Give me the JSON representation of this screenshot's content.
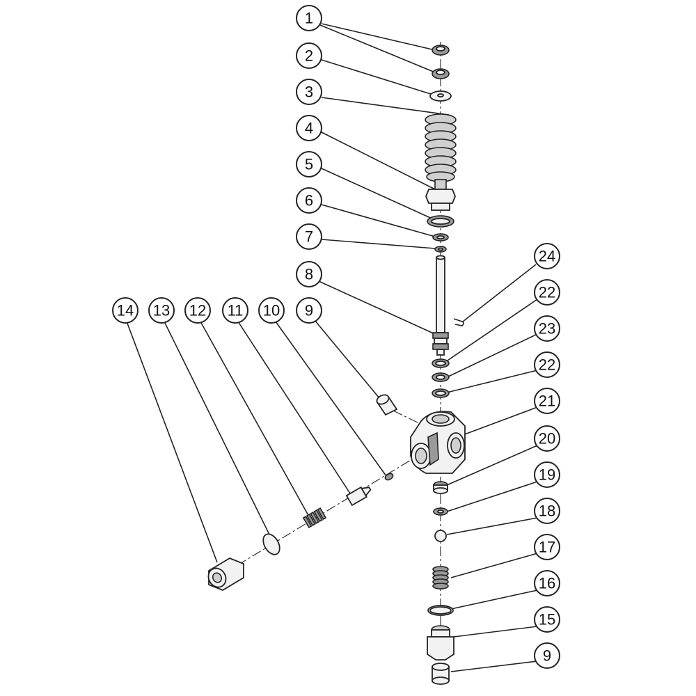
{
  "callouts": {
    "c1": "1",
    "c2": "2",
    "c3": "3",
    "c4": "4",
    "c5": "5",
    "c6": "6",
    "c7": "7",
    "c8": "8",
    "c9a": "9",
    "c10": "10",
    "c11": "11",
    "c12": "12",
    "c13": "13",
    "c14": "14",
    "c15": "15",
    "c16": "16",
    "c17": "17",
    "c18": "18",
    "c19": "19",
    "c20": "20",
    "c21": "21",
    "c22a": "22",
    "c23": "23",
    "c22b": "22",
    "c24": "24",
    "c9b": "9"
  },
  "colors": {
    "line": "#222222",
    "fill_light": "#f2f2f2",
    "fill_dark": "#9a9a9a"
  }
}
